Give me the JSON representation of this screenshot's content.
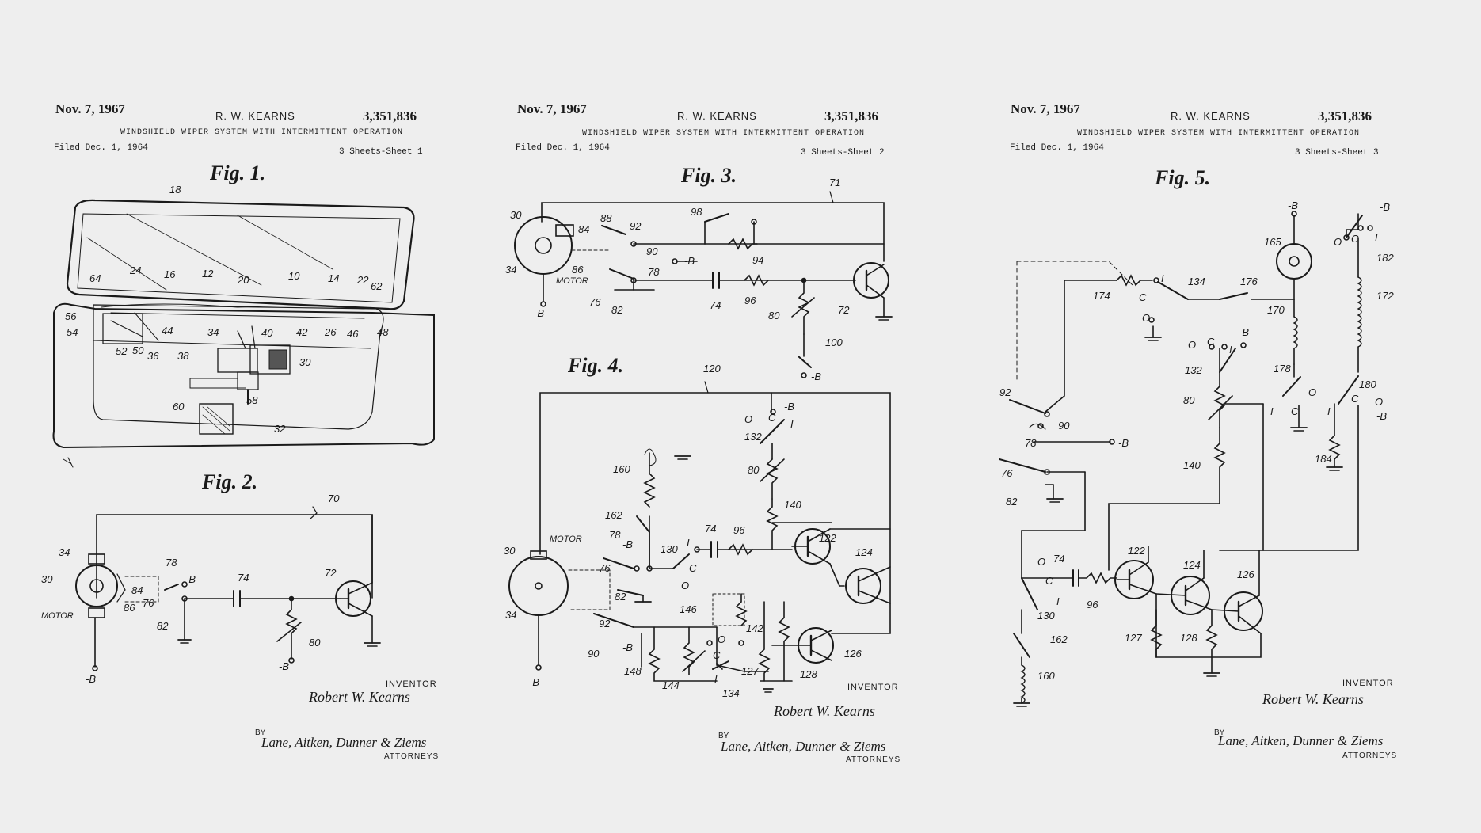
{
  "sheets": [
    {
      "date": "Nov. 7, 1967",
      "inventor_header": "R. W. KEARNS",
      "patent_number": "3,351,836",
      "title": "WINDSHIELD WIPER SYSTEM WITH INTERMITTENT OPERATION",
      "filed": "Filed Dec. 1, 1964",
      "sheet_label": "3 Sheets-Sheet 1",
      "figures": [
        "Fig. 1.",
        "Fig. 2."
      ],
      "inventor_label": "INVENTOR",
      "inventor_name": "Robert W. Kearns",
      "by": "BY",
      "firm": "Lane, Aitken, Dunner & Ziems",
      "attorneys": "ATTORNEYS"
    },
    {
      "date": "Nov. 7, 1967",
      "inventor_header": "R. W. KEARNS",
      "patent_number": "3,351,836",
      "title": "WINDSHIELD WIPER SYSTEM WITH INTERMITTENT OPERATION",
      "filed": "Filed Dec. 1, 1964",
      "sheet_label": "3 Sheets-Sheet 2",
      "figures": [
        "Fig. 3.",
        "Fig. 4."
      ],
      "inventor_label": "INVENTOR",
      "inventor_name": "Robert W. Kearns",
      "by": "BY",
      "firm": "Lane, Aitken, Dunner & Ziems",
      "attorneys": "ATTORNEYS"
    },
    {
      "date": "Nov. 7, 1967",
      "inventor_header": "R. W. KEARNS",
      "patent_number": "3,351,836",
      "title": "WINDSHIELD WIPER SYSTEM WITH INTERMITTENT OPERATION",
      "filed": "Filed Dec. 1, 1964",
      "sheet_label": "3 Sheets-Sheet 3",
      "figures": [
        "Fig. 5."
      ],
      "inventor_label": "INVENTOR",
      "inventor_name": "Robert W. Kearns",
      "by": "BY",
      "firm": "Lane, Aitken, Dunner & Ziems",
      "attorneys": "ATTORNEYS"
    }
  ],
  "labels": {
    "motor": "MOTOR",
    "neg_b": "-B",
    "o": "O",
    "c": "C",
    "i": "I",
    "fig1": [
      "18",
      "64",
      "24",
      "16",
      "12",
      "20",
      "10",
      "14",
      "22",
      "62",
      "56",
      "54",
      "52",
      "50",
      "36",
      "44",
      "38",
      "34",
      "40",
      "42",
      "26",
      "46",
      "48",
      "30",
      "58",
      "60",
      "32"
    ],
    "fig2": [
      "70",
      "34",
      "30",
      "84",
      "86",
      "76",
      "78",
      "82",
      "74",
      "72",
      "80"
    ],
    "fig3": [
      "71",
      "30",
      "84",
      "88",
      "92",
      "90",
      "98",
      "94",
      "34",
      "86",
      "78",
      "76",
      "82",
      "74",
      "96",
      "80",
      "72",
      "100"
    ],
    "fig4": [
      "120",
      "132",
      "80",
      "160",
      "140",
      "162",
      "78",
      "30",
      "130",
      "74",
      "96",
      "122",
      "124",
      "76",
      "82",
      "34",
      "146",
      "142",
      "92",
      "90",
      "148",
      "144",
      "134",
      "127",
      "128",
      "126"
    ],
    "fig5": [
      "165",
      "182",
      "172",
      "174",
      "134",
      "176",
      "170",
      "132",
      "178",
      "180",
      "80",
      "92",
      "90",
      "78",
      "140",
      "184",
      "76",
      "82",
      "74",
      "96",
      "122",
      "124",
      "126",
      "130",
      "127",
      "128",
      "162",
      "160"
    ]
  }
}
